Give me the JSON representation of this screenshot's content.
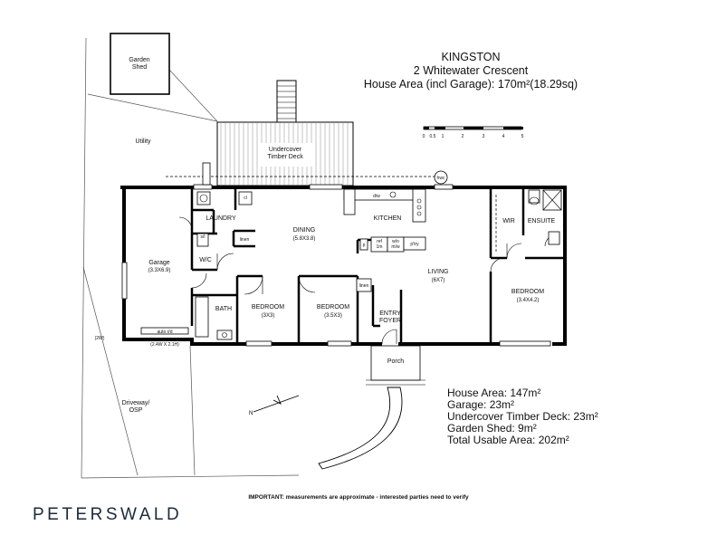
{
  "header": {
    "suburb": "KINGSTON",
    "address": "2 Whitewater Crescent",
    "house_area": "House Area (incl Garage): 170m²(18.29sq)"
  },
  "scale_bar": {
    "labels": [
      "0",
      "0.5",
      "1",
      "2",
      "3",
      "4",
      "5"
    ]
  },
  "rooms": {
    "garden_shed": "Garden Shed",
    "utility": "Utility",
    "deck": "Undercover Timber Deck",
    "garage": "Garage",
    "garage_dim": "(3.3X6.9)",
    "laundry": "LAUNDRY",
    "wc": "W/C",
    "bath": "BATH",
    "dining": "DINING",
    "dining_dim": "(5.8X3.8)",
    "kitchen": "KITCHEN",
    "living": "LIVING",
    "living_dim": "(6X7)",
    "bed2": "BEDROOM",
    "bed2_dim": "(3X3)",
    "bed3": "BEDROOM",
    "bed3_dim": "(3.5X3)",
    "bed1": "BEDROOM",
    "bed1_dim": "(3.4X4.2)",
    "wir": "WIR",
    "ensuite": "ENSUITE",
    "entry_foyer": "ENTRY FOYER",
    "porch": "Porch",
    "driveway": "Driveway/ OSP"
  },
  "fixtures": {
    "cl": "cl",
    "linen_laundry": "linen",
    "linen_hall": "linen",
    "dw": "d/w",
    "hwc": "hwc",
    "p": "p",
    "ref": "ref 1m",
    "wo_mw": "w/o m/w",
    "pantry": "p'try",
    "sl": "s/l",
    "auto_rd": "auto r/d",
    "door_size": "(2.4W X 2.1H)",
    "two_w": "(2W)"
  },
  "summary": {
    "house_area": "House Area: 147m²",
    "garage": "Garage: 23m²",
    "deck": "Undercover Timber Deck: 23m²",
    "shed": "Garden Shed: 9m²",
    "total": "Total Usable Area: 202m²"
  },
  "disclaimer": "IMPORTANT: measurements are approximate - interested parties need to verify",
  "brand": "PETERSWALD"
}
